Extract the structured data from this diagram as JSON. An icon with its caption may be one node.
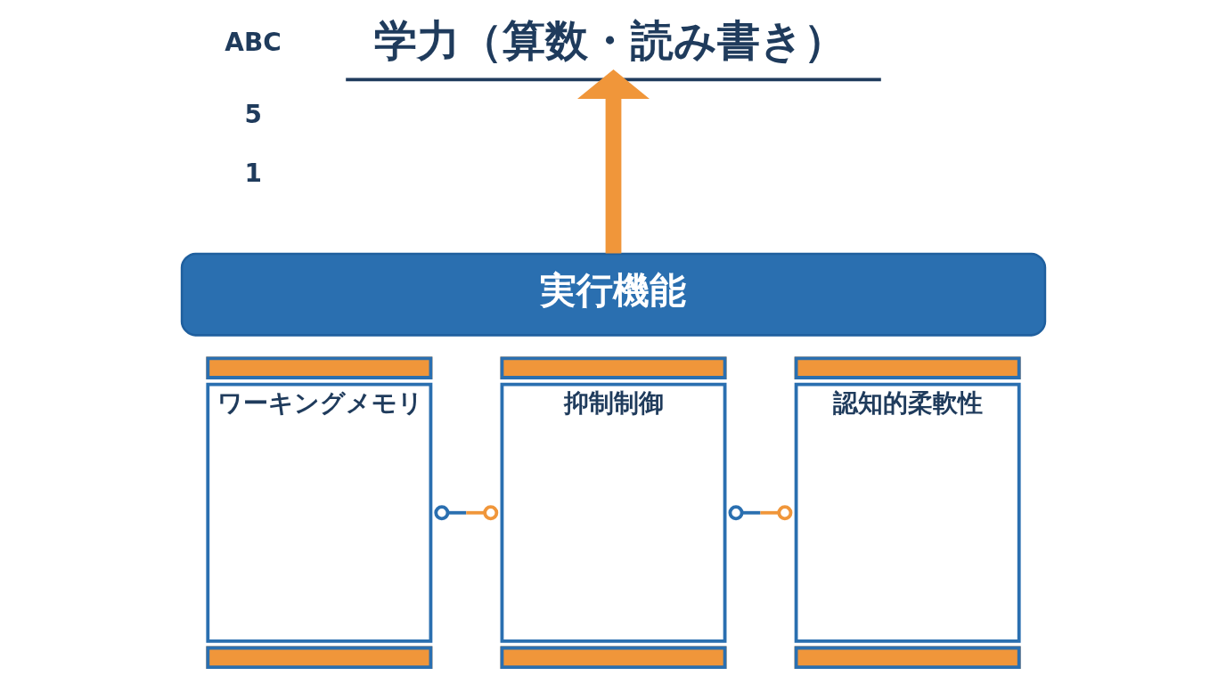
{
  "diagram": {
    "nodes": [
      {
        "text": [
          "学力（算数・読み書き）"
        ]
      },
      {
        "text": [
          "実行機能"
        ]
      },
      {
        "text": [
          "ワーキングメモリ"
        ]
      },
      {
        "text": [
          "抑制制御"
        ]
      },
      {
        "text": [
          "認知的柔軟性"
        ]
      }
    ],
    "edges": [
      {
        "from": 1,
        "to": 0,
        "arrow": "to",
        "style": "thick",
        "color": "#f0963a"
      },
      {
        "from": 2,
        "to": 3,
        "arrow": "other"
      },
      {
        "from": 3,
        "to": 4,
        "arrow": "other"
      }
    ],
    "labels": [
      "ABC",
      "5",
      "1"
    ]
  }
}
